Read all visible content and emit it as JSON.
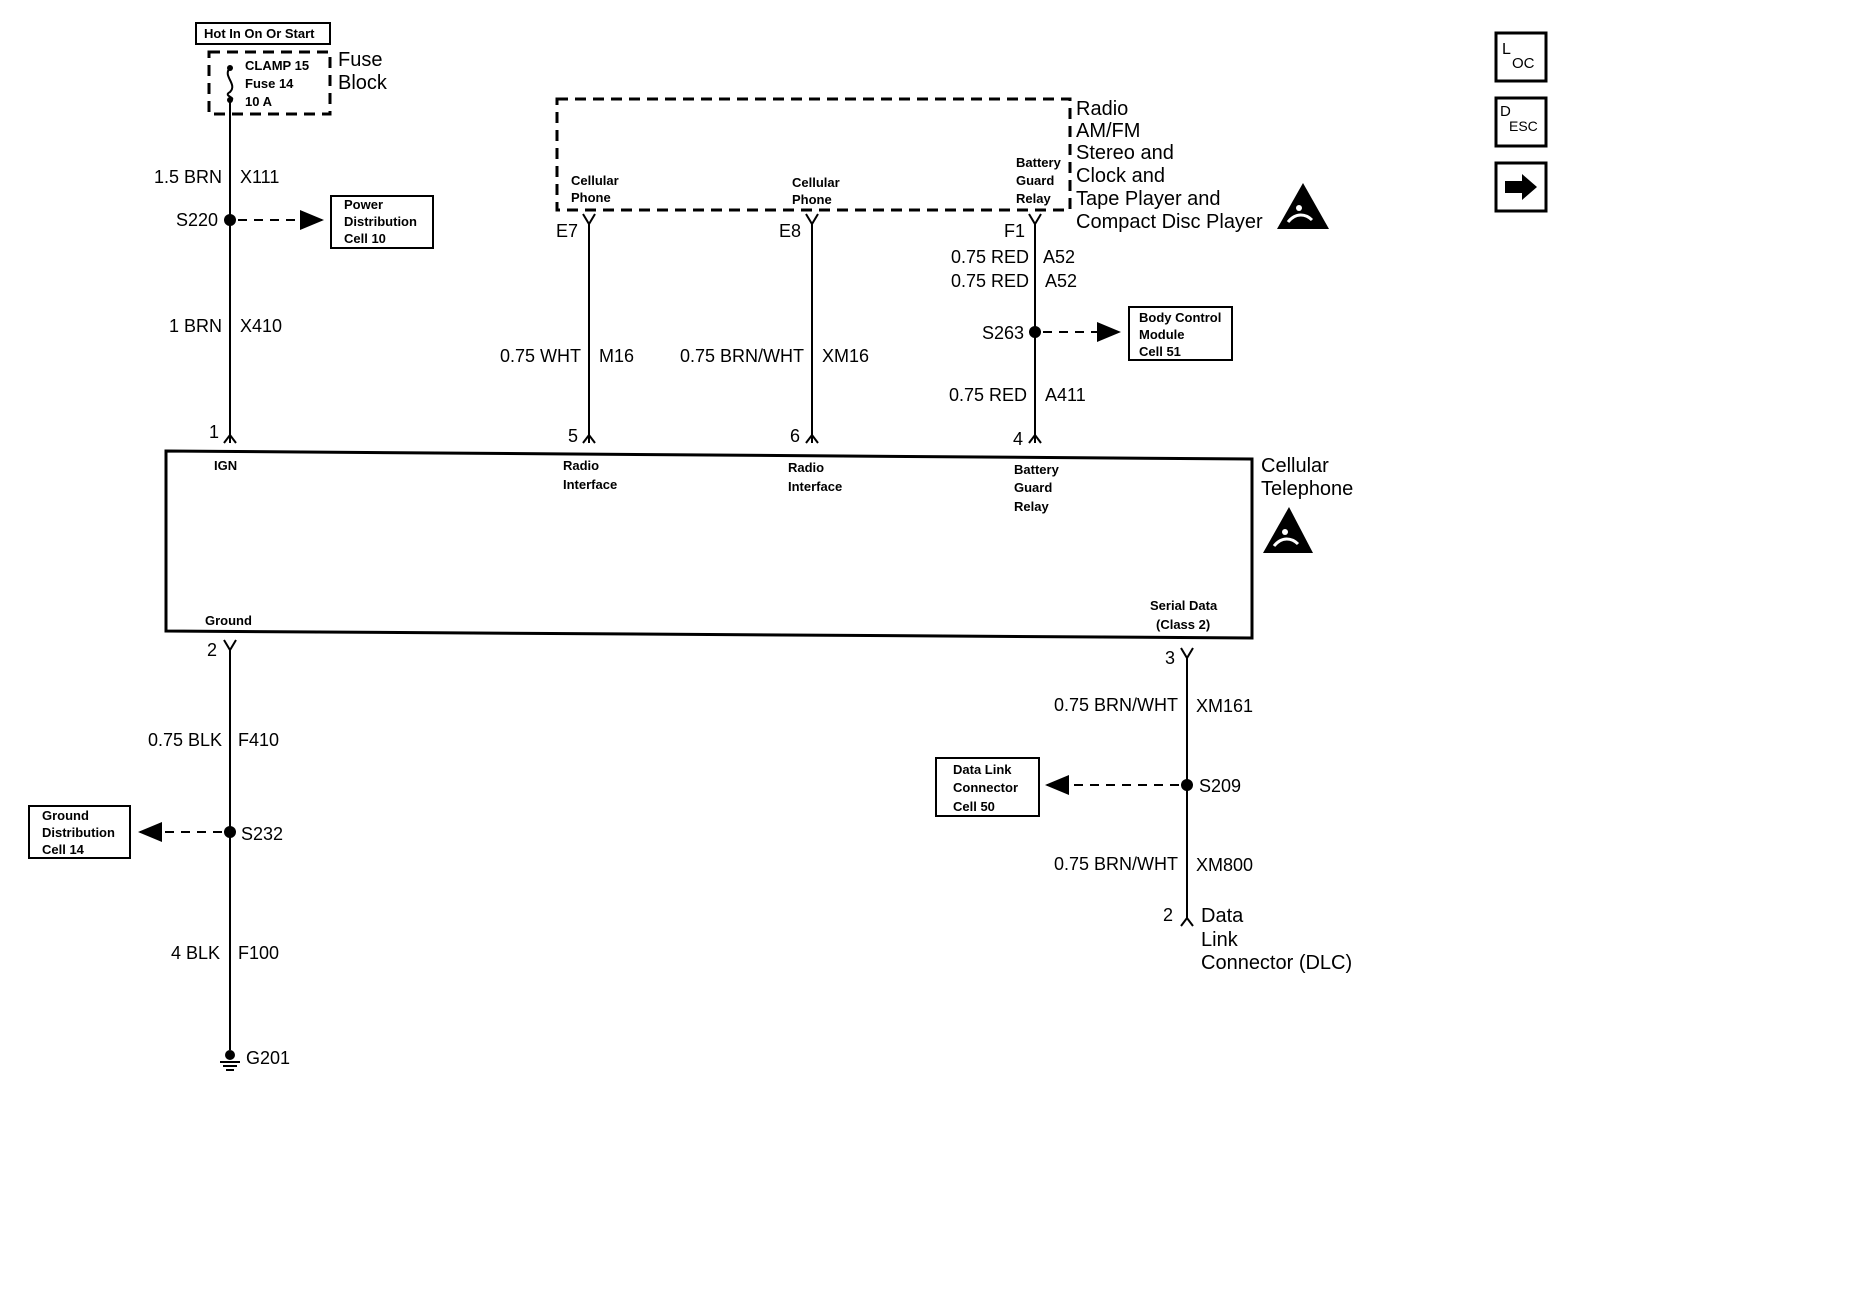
{
  "power": {
    "header": "Hot In On Or Start",
    "fuse": [
      "CLAMP 15",
      "Fuse 14",
      "10 A"
    ],
    "fuse_block": [
      "Fuse",
      "Block"
    ]
  },
  "wires": {
    "x111": {
      "size_color": "1.5 BRN",
      "circuit": "X111"
    },
    "x410": {
      "size_color": "1 BRN",
      "circuit": "X410"
    },
    "m16": {
      "size_color": "0.75 WHT",
      "circuit": "M16"
    },
    "xm16": {
      "size_color": "0.75 BRN/WHT",
      "circuit": "XM16"
    },
    "a52a": {
      "size_color": "0.75 RED",
      "circuit": "A52"
    },
    "a52b": {
      "size_color": "0.75 RED",
      "circuit": "A52"
    },
    "a411": {
      "size_color": "0.75 RED",
      "circuit": "A411"
    },
    "f410": {
      "size_color": "0.75 BLK",
      "circuit": "F410"
    },
    "f100": {
      "size_color": "4 BLK",
      "circuit": "F100"
    },
    "xm161": {
      "size_color": "0.75 BRN/WHT",
      "circuit": "XM161"
    },
    "xm800": {
      "size_color": "0.75 BRN/WHT",
      "circuit": "XM800"
    }
  },
  "splices": {
    "s220": "S220",
    "s263": "S263",
    "s232": "S232",
    "s209": "S209"
  },
  "ground": "G201",
  "refs": {
    "power_dist": [
      "Power",
      "Distribution",
      "Cell 10"
    ],
    "bcm": [
      "Body Control",
      "Module",
      "Cell 51"
    ],
    "ground_dist": [
      "Ground",
      "Distribution",
      "Cell 14"
    ],
    "dlc_ref": [
      "Data Link",
      "Connector",
      "Cell 50"
    ]
  },
  "radio": {
    "title": [
      "Radio",
      "AM/FM",
      "Stereo and",
      "Clock and",
      "Tape Player and",
      "Compact Disc Player"
    ],
    "pins": {
      "e7": {
        "id": "E7",
        "label": [
          "Cellular",
          "Phone"
        ]
      },
      "e8": {
        "id": "E8",
        "label": [
          "Cellular",
          "Phone"
        ]
      },
      "f1": {
        "id": "F1",
        "label": [
          "Battery",
          "Guard",
          "Relay"
        ]
      }
    }
  },
  "phone": {
    "title": [
      "Cellular",
      "Telephone"
    ],
    "pins": {
      "p1": {
        "num": "1",
        "label": [
          "IGN"
        ]
      },
      "p5": {
        "num": "5",
        "label": [
          "Radio",
          "Interface"
        ]
      },
      "p6": {
        "num": "6",
        "label": [
          "Radio",
          "Interface"
        ]
      },
      "p4": {
        "num": "4",
        "label": [
          "Battery",
          "Guard",
          "Relay"
        ]
      },
      "p2": {
        "num": "2",
        "label": [
          "Ground"
        ]
      },
      "p3": {
        "num": "3",
        "label": [
          "Serial Data",
          "(Class 2)"
        ]
      }
    }
  },
  "dlc": {
    "pin": "2",
    "label": [
      "Data",
      "Link",
      "Connector (DLC)"
    ]
  },
  "side_buttons": {
    "loc": {
      "main": "L",
      "sub": "OC"
    },
    "desc": {
      "main": "D",
      "sub": "ESC"
    },
    "next_icon": "arrow-right-icon"
  }
}
